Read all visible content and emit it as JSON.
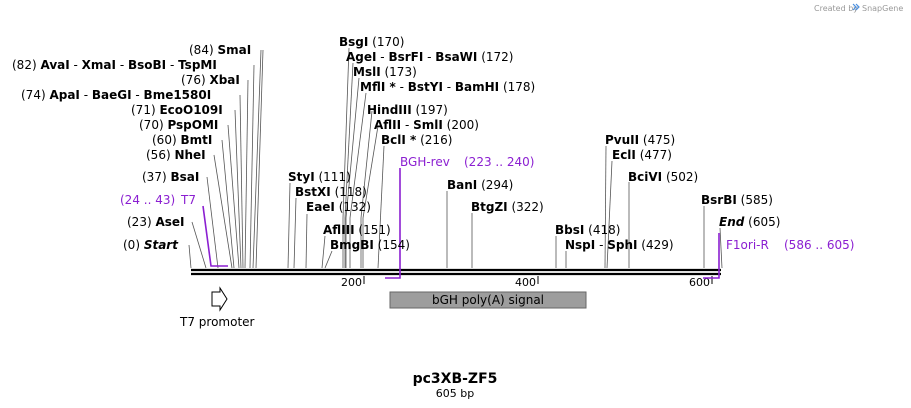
{
  "credit": {
    "created_by": "Created by",
    "brand": "SnapGene"
  },
  "plasmid": {
    "name": "pc3XB-ZF5",
    "size_label": "605 bp",
    "length": 605
  },
  "ruler": {
    "ticks": [
      "200",
      "400",
      "600"
    ]
  },
  "colors": {
    "feature": "#8b1fd1",
    "backbone": "#000000",
    "polyA_fill": "#9d9d9d"
  },
  "enzymes": [
    {
      "id": "start",
      "parts": [
        {
          "pos": "(0)"
        },
        {
          "name": "Start",
          "italic": true
        }
      ]
    },
    {
      "id": "asei",
      "parts": [
        {
          "pos": "(23)"
        },
        {
          "name": "AseI"
        }
      ]
    },
    {
      "id": "bsai",
      "parts": [
        {
          "pos": "(37)"
        },
        {
          "name": "BsaI"
        }
      ]
    },
    {
      "id": "nhei",
      "parts": [
        {
          "pos": "(56)"
        },
        {
          "name": "NheI"
        }
      ]
    },
    {
      "id": "bmti",
      "parts": [
        {
          "pos": "(60)"
        },
        {
          "name": "BmtI"
        }
      ]
    },
    {
      "id": "pspomi",
      "parts": [
        {
          "pos": "(70)"
        },
        {
          "name": "PspOMI"
        }
      ]
    },
    {
      "id": "eco0109i",
      "parts": [
        {
          "pos": "(71)"
        },
        {
          "name": "EcoO109I"
        }
      ]
    },
    {
      "id": "apai",
      "parts": [
        {
          "pos": "(74)"
        },
        {
          "name": "ApaI"
        },
        {
          "sep": " - "
        },
        {
          "name": "BaeGI"
        },
        {
          "sep": " - "
        },
        {
          "name": "Bme1580I"
        }
      ]
    },
    {
      "id": "xbai",
      "parts": [
        {
          "pos": "(76)"
        },
        {
          "name": "XbaI"
        }
      ]
    },
    {
      "id": "avai",
      "parts": [
        {
          "pos": "(82)"
        },
        {
          "name": "AvaI"
        },
        {
          "sep": " - "
        },
        {
          "name": "XmaI"
        },
        {
          "sep": " - "
        },
        {
          "name": "BsoBI"
        },
        {
          "sep": " - "
        },
        {
          "name": "TspMI"
        }
      ]
    },
    {
      "id": "smai",
      "parts": [
        {
          "pos": "(84)"
        },
        {
          "name": "SmaI"
        }
      ]
    },
    {
      "id": "bsgi",
      "parts": [
        {
          "name": "BsgI"
        },
        {
          "pos": "(170)"
        }
      ]
    },
    {
      "id": "agei",
      "parts": [
        {
          "name": "AgeI"
        },
        {
          "sep": " - "
        },
        {
          "name": "BsrFI"
        },
        {
          "sep": " - "
        },
        {
          "name": "BsaWI"
        },
        {
          "pos": "(172)"
        }
      ]
    },
    {
      "id": "msli",
      "parts": [
        {
          "name": "MslI"
        },
        {
          "pos": "(173)"
        }
      ]
    },
    {
      "id": "mfli",
      "parts": [
        {
          "name": "MflI *"
        },
        {
          "sep": " - "
        },
        {
          "name": "BstYI"
        },
        {
          "sep": " - "
        },
        {
          "name": "BamHI"
        },
        {
          "pos": "(178)"
        }
      ]
    },
    {
      "id": "hindiii",
      "parts": [
        {
          "name": "HindIII"
        },
        {
          "pos": "(197)"
        }
      ]
    },
    {
      "id": "aflii",
      "parts": [
        {
          "name": "AflII"
        },
        {
          "sep": " - "
        },
        {
          "name": "SmlI"
        },
        {
          "pos": "(200)"
        }
      ]
    },
    {
      "id": "bcli",
      "parts": [
        {
          "name": "BclI *"
        },
        {
          "pos": "(216)"
        }
      ]
    },
    {
      "id": "styi",
      "parts": [
        {
          "name": "StyI"
        },
        {
          "pos": "(111)"
        }
      ]
    },
    {
      "id": "bstxi",
      "parts": [
        {
          "name": "BstXI"
        },
        {
          "pos": "(118)"
        }
      ]
    },
    {
      "id": "eaei",
      "parts": [
        {
          "name": "EaeI"
        },
        {
          "pos": "(132)"
        }
      ]
    },
    {
      "id": "afliii",
      "parts": [
        {
          "name": "AflIII"
        },
        {
          "pos": "(151)"
        }
      ]
    },
    {
      "id": "bmgbi",
      "parts": [
        {
          "name": "BmgBI"
        },
        {
          "pos": "(154)"
        }
      ]
    },
    {
      "id": "bani",
      "parts": [
        {
          "name": "BanI"
        },
        {
          "pos": "(294)"
        }
      ]
    },
    {
      "id": "btgzi",
      "parts": [
        {
          "name": "BtgZI"
        },
        {
          "pos": "(322)"
        }
      ]
    },
    {
      "id": "pvuii",
      "parts": [
        {
          "name": "PvuII"
        },
        {
          "pos": "(475)"
        }
      ]
    },
    {
      "id": "ecli",
      "parts": [
        {
          "name": "EclI"
        },
        {
          "pos": "(477)"
        }
      ]
    },
    {
      "id": "bcivi",
      "parts": [
        {
          "name": "BciVI"
        },
        {
          "pos": "(502)"
        }
      ]
    },
    {
      "id": "bbsi",
      "parts": [
        {
          "name": "BbsI"
        },
        {
          "pos": "(418)"
        }
      ]
    },
    {
      "id": "nspi",
      "parts": [
        {
          "name": "NspI"
        },
        {
          "sep": " - "
        },
        {
          "name": "SphI"
        },
        {
          "pos": "(429)"
        }
      ]
    },
    {
      "id": "bsrbi",
      "parts": [
        {
          "name": "BsrBI"
        },
        {
          "pos": "(585)"
        }
      ]
    },
    {
      "id": "end",
      "parts": [
        {
          "name": "End",
          "italic": true
        },
        {
          "pos": "(605)"
        }
      ]
    }
  ],
  "features": {
    "t7_primer": {
      "name": "T7",
      "range": "(24 .. 43)"
    },
    "bgh_rev": {
      "name": "BGH-rev",
      "range": "(223 .. 240)"
    },
    "f1ori_r": {
      "name": "F1ori-R",
      "range": "(586 .. 605)"
    },
    "t7_promoter": {
      "name": "T7 promoter"
    },
    "bgh_polya": {
      "name": "bGH poly(A) signal"
    }
  }
}
